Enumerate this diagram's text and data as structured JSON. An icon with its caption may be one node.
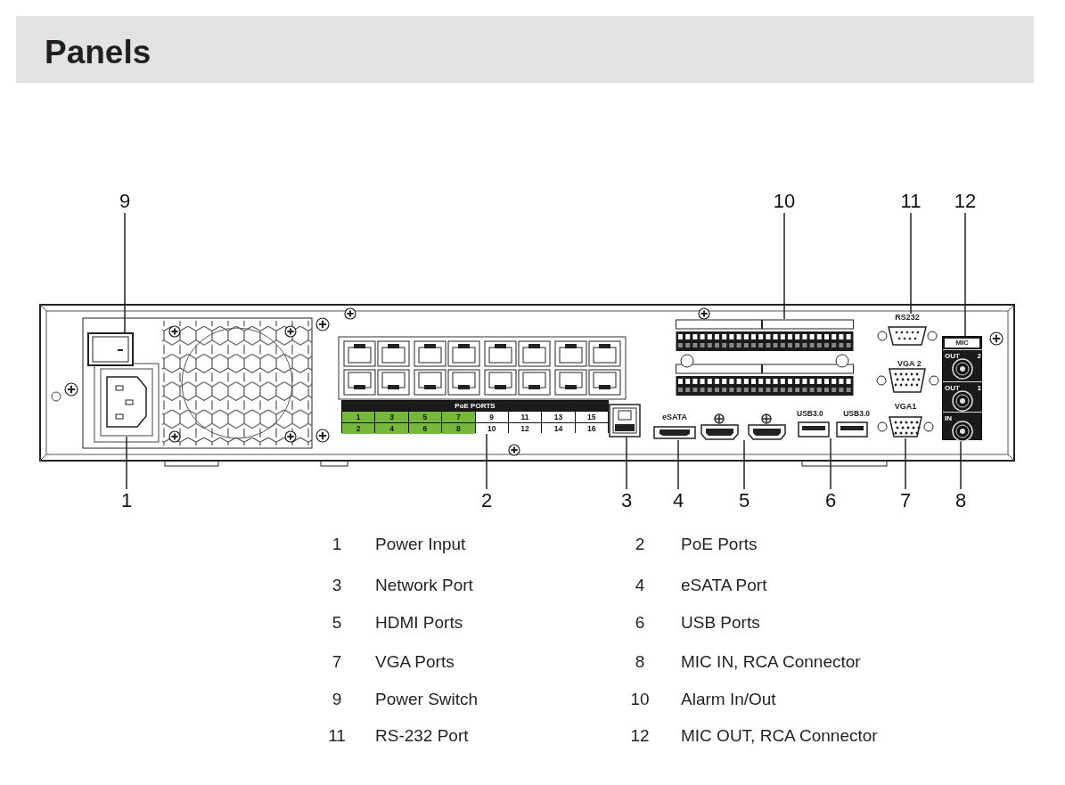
{
  "diagram": {
    "title": "Panels",
    "nodes": [
      {
        "text": [
          "9"
        ]
      },
      {
        "text": [
          "10"
        ]
      },
      {
        "text": [
          "11"
        ]
      },
      {
        "text": [
          "12"
        ]
      },
      {
        "text": [],
        "shape": "picture"
      },
      {
        "text": [],
        "shape": "picture"
      },
      {
        "text": [],
        "shape": "picture"
      },
      {
        "text": [
          "RS232"
        ]
      },
      {
        "text": [
          "MIC"
        ]
      },
      {
        "text": [
          "OUT",
          "2"
        ],
        "in": 8
      },
      {
        "text": [
          "OUT",
          "1"
        ],
        "in": 8
      },
      {
        "text": [
          "IN"
        ],
        "in": 8
      },
      {
        "text": [
          "PoE PORTS",
          "1",
          "3",
          "5",
          "7",
          "9",
          "11",
          "13",
          "15",
          "2",
          "4",
          "6",
          "8",
          "10",
          "12",
          "14",
          "16"
        ]
      },
      {
        "text": [],
        "shape": "picture"
      },
      {
        "text": [
          "eSATA"
        ]
      },
      {
        "text": [],
        "shape": "picture"
      },
      {
        "text": [
          "USB3.0",
          "USB3.0"
        ]
      },
      {
        "text": [
          "VGA1"
        ]
      },
      {
        "text": [
          "1"
        ]
      },
      {
        "text": [
          "2"
        ]
      },
      {
        "text": [
          "3"
        ]
      },
      {
        "text": [
          "4"
        ]
      },
      {
        "text": [
          "5"
        ]
      },
      {
        "text": [
          "6"
        ]
      },
      {
        "text": [
          "7"
        ]
      },
      {
        "text": [
          "8"
        ]
      }
    ],
    "edges": [
      {
        "from": 0,
        "to": 4,
        "arrow": "none"
      },
      {
        "from": 1,
        "to": 6,
        "arrow": "none"
      },
      {
        "from": 2,
        "to": 7,
        "arrow": "none"
      },
      {
        "from": 3,
        "to": 8,
        "arrow": "none"
      },
      {
        "from": 18,
        "to": 5,
        "arrow": "none"
      },
      {
        "from": 19,
        "to": 12,
        "arrow": "none"
      },
      {
        "from": 20,
        "to": 13,
        "arrow": "none"
      },
      {
        "from": 21,
        "to": 14,
        "arrow": "none"
      },
      {
        "from": 22,
        "to": 15,
        "arrow": "none"
      },
      {
        "from": 23,
        "to": 16,
        "arrow": "none"
      },
      {
        "from": 24,
        "to": 17,
        "arrow": "none"
      },
      {
        "from": 25,
        "to": 11,
        "arrow": "none"
      }
    ],
    "labels": [
      "VGA 2",
      "1",
      "Power Input",
      "2",
      "PoE Ports",
      "3",
      "Network Port",
      "4",
      "eSATA Port",
      "5",
      "HDMI Ports",
      "6",
      "USB Ports",
      "7",
      "VGA Ports",
      "8",
      "MIC IN, RCA Connector",
      "9",
      "Power Switch",
      "10",
      "Alarm In/Out",
      "11",
      "RS-232 Port",
      "12",
      "MIC OUT, RCA Connector"
    ]
  }
}
